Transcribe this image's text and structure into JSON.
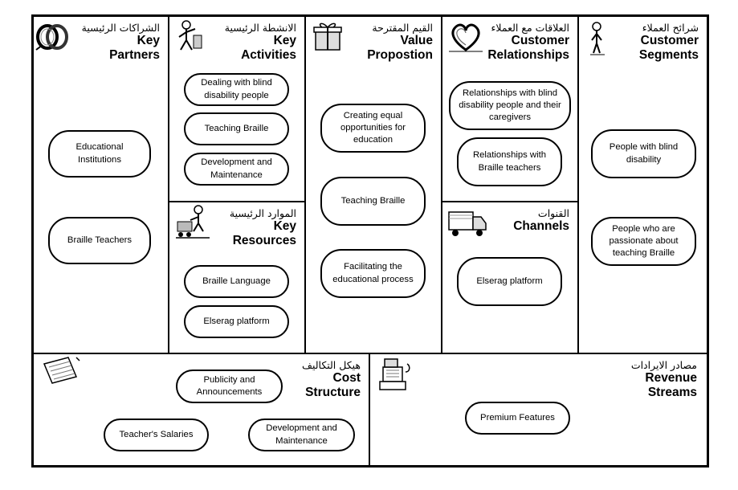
{
  "segments": {
    "key_partners": {
      "title_ar": "الشراكات الرئيسية",
      "title_en_1": "Key",
      "title_en_2": "Partners",
      "items": [
        "Educational Institutions",
        "Braille Teachers"
      ]
    },
    "key_activities": {
      "title_ar": "الانشطة الرئيسية",
      "title_en_1": "Key",
      "title_en_2": "Activities",
      "items": [
        "Dealing with blind disability people",
        "Teaching Braille",
        "Development and Maintenance"
      ]
    },
    "key_resources": {
      "title_ar": "الموارد الرئيسية",
      "title_en_1": "Key",
      "title_en_2": "Resources",
      "items": [
        "Braille Language",
        "Elserag platform"
      ]
    },
    "value_proposition": {
      "title_ar": "القيم المقترحة",
      "title_en_1": "Value",
      "title_en_2": "Propostion",
      "items": [
        "Creating equal opportunities for education",
        "Teaching Braille",
        "Facilitating the educational process"
      ]
    },
    "customer_relationships": {
      "title_ar": "العلاقات مع العملاء",
      "title_en_1": "Customer",
      "title_en_2": "Relationships",
      "items": [
        "Relationships with blind disability people and their caregivers",
        "Relationships with Braille teachers"
      ]
    },
    "channels": {
      "title_ar": "القنوات",
      "title_en_1": "Channels",
      "items": [
        "Elserag platform"
      ]
    },
    "customer_segments": {
      "title_ar": "شرائح العملاء",
      "title_en_1": "Customer",
      "title_en_2": "Segments",
      "items": [
        "People with blind disability",
        "People who are passionate about teaching Braille"
      ]
    },
    "cost_structure": {
      "title_ar": "هيكل التكاليف",
      "title_en_1": "Cost",
      "title_en_2": "Structure",
      "items": [
        "Publicity and Announcements",
        "Teacher's Salaries",
        "Development and Maintenance"
      ]
    },
    "revenue_streams": {
      "title_ar": "مصادر الايرادات",
      "title_en_1": "Revenue",
      "title_en_2": "Streams",
      "items": [
        "Premium Features"
      ]
    }
  },
  "icons": {
    "key_partners": "interlocking-rings-icon",
    "key_activities": "worker-icon",
    "key_resources": "worker-with-cart-icon",
    "value_proposition": "gift-box-icon",
    "customer_relationships": "heart-icon",
    "channels": "delivery-truck-icon",
    "customer_segments": "person-icon",
    "cost_structure": "price-tag-icon",
    "revenue_streams": "cash-register-icon"
  }
}
